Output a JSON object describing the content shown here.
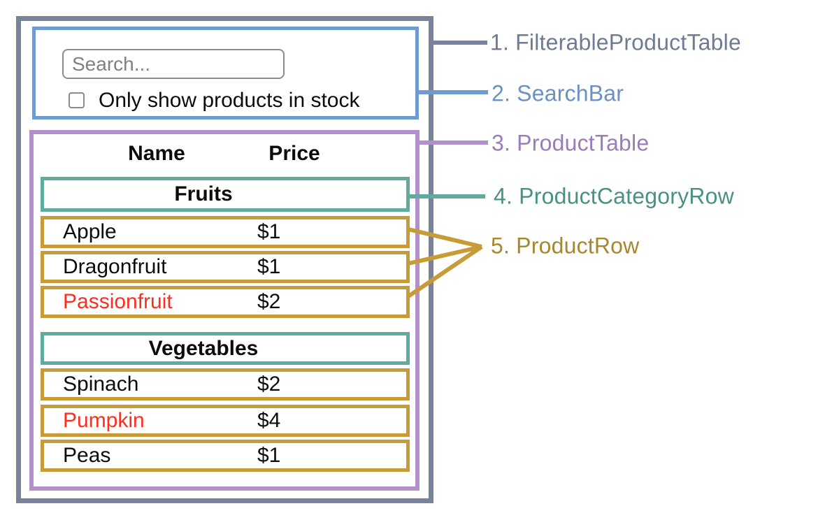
{
  "search_bar": {
    "input_placeholder": "Search...",
    "checkbox_label": "Only show products in stock",
    "checkbox_checked": false
  },
  "table": {
    "headers": {
      "name": "Name",
      "price": "Price"
    },
    "sections": [
      {
        "category": "Fruits",
        "rows": [
          {
            "name": "Apple",
            "price": "$1",
            "out_of_stock": false
          },
          {
            "name": "Dragonfruit",
            "price": "$1",
            "out_of_stock": false
          },
          {
            "name": "Passionfruit",
            "price": "$2",
            "out_of_stock": true
          }
        ]
      },
      {
        "category": "Vegetables",
        "rows": [
          {
            "name": "Spinach",
            "price": "$2",
            "out_of_stock": false
          },
          {
            "name": "Pumpkin",
            "price": "$4",
            "out_of_stock": true
          },
          {
            "name": "Peas",
            "price": "$1",
            "out_of_stock": false
          }
        ]
      }
    ]
  },
  "labels": [
    {
      "text": "1. FilterableProductTable",
      "color": "#6F7B92"
    },
    {
      "text": "2. SearchBar",
      "color": "#6B90C2"
    },
    {
      "text": "3. ProductTable",
      "color": "#9A7CBA"
    },
    {
      "text": "4. ProductCategoryRow",
      "color": "#4A9183"
    },
    {
      "text": "5. ProductRow",
      "color": "#A8872C"
    }
  ],
  "colors": {
    "filterable_product_table_border": "#78829A",
    "search_bar_border": "#6F9BD1",
    "product_table_border": "#B38FCB",
    "category_row_border": "#5FAB9E",
    "product_row_border": "#C79B37",
    "out_of_stock_text": "#FA2F1F",
    "input_border": "#8C8C8C",
    "placeholder_text": "#818181"
  }
}
